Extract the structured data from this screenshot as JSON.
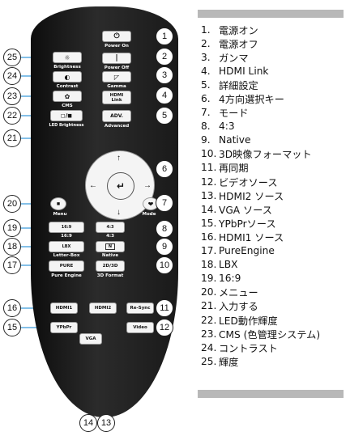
{
  "callouts": [
    "1",
    "2",
    "3",
    "4",
    "5",
    "6",
    "7",
    "8",
    "9",
    "10",
    "11",
    "12",
    "13",
    "14",
    "15",
    "16",
    "17",
    "18",
    "19",
    "20",
    "21",
    "22",
    "23",
    "24",
    "25"
  ],
  "buttons": {
    "power_on": "Power On",
    "power_off": "Power Off",
    "gamma": "Gamma",
    "hdmi_link_line1": "HDMI",
    "hdmi_link_line2": "Link",
    "advanced_btn": "ADV.",
    "advanced": "Advanced",
    "brightness": "Brightness",
    "contrast": "Contrast",
    "cms": "CMS",
    "led_brightness": "LED Brightness",
    "menu": "Menu",
    "mode": "Mode",
    "sixteen_nine_btn": "16:9",
    "sixteen_nine": "16:9",
    "four_three_btn": "4:3",
    "four_three": "4:3",
    "lbx_btn": "LBX",
    "letter_box": "Letter-Box",
    "native_btn": "N",
    "native": "Native",
    "pure_btn": "PURE",
    "pure_engine": "Pure Engine",
    "format_3d_btn": "2D/3D",
    "format_3d": "3D Format",
    "hdmi1": "HDMI1",
    "hdmi2": "HDMI2",
    "resync": "Re-Sync",
    "ypbpr": "YPbPr",
    "vga": "VGA",
    "video": "Video"
  },
  "legend": [
    {
      "num": "1.",
      "text": "電源オン"
    },
    {
      "num": "2.",
      "text": "電源オフ"
    },
    {
      "num": "3.",
      "text": "ガンマ"
    },
    {
      "num": "4.",
      "text": "HDMI Link"
    },
    {
      "num": "5.",
      "text": "詳細設定"
    },
    {
      "num": "6.",
      "text": "4方向選択キー"
    },
    {
      "num": "7.",
      "text": "モード"
    },
    {
      "num": "8.",
      "text": "4:3"
    },
    {
      "num": "9.",
      "text": "Native"
    },
    {
      "num": "10.",
      "text": "3D映像フォーマット"
    },
    {
      "num": "11.",
      "text": "再同期"
    },
    {
      "num": "12.",
      "text": "ビデオソース"
    },
    {
      "num": "13.",
      "text": "HDMI2 ソース"
    },
    {
      "num": "14.",
      "text": "VGA ソース"
    },
    {
      "num": "15.",
      "text": "YPbPrソース"
    },
    {
      "num": "16.",
      "text": "HDMI1 ソース"
    },
    {
      "num": "17.",
      "text": "PureEngine"
    },
    {
      "num": "18.",
      "text": "LBX"
    },
    {
      "num": "19.",
      "text": "16:9"
    },
    {
      "num": "20.",
      "text": "メニュー"
    },
    {
      "num": "21.",
      "text": "入力する"
    },
    {
      "num": "22.",
      "text": "LED動作輝度"
    },
    {
      "num": "23.",
      "text": "CMS (色管理システム)"
    },
    {
      "num": "24.",
      "text": "コントラスト"
    },
    {
      "num": "25.",
      "text": "輝度"
    }
  ]
}
